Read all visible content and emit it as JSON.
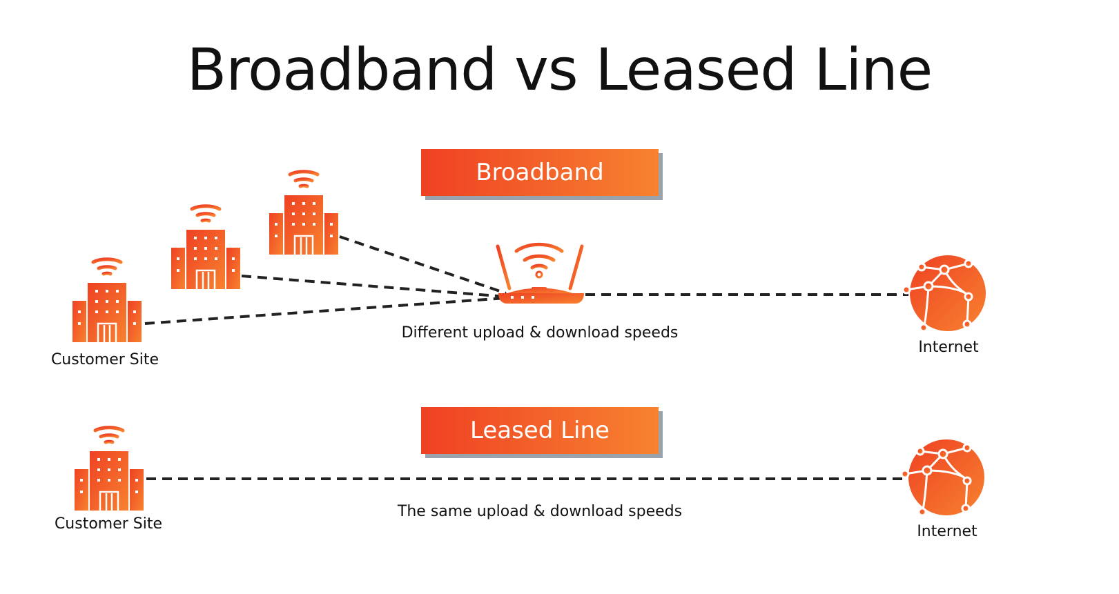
{
  "title": "Broadband vs Leased Line",
  "broadband": {
    "banner": "Broadband",
    "caption": "Different upload & download speeds",
    "site_label": "Customer Site",
    "internet_label": "Internet"
  },
  "leased_line": {
    "banner": "Leased Line",
    "caption": "The same upload & download speeds",
    "site_label": "Customer Site",
    "internet_label": "Internet"
  },
  "colors": {
    "accent_start": "#ef4123",
    "accent_end": "#f7822f",
    "link": "#222222",
    "shadow": "#9aa3ab"
  }
}
